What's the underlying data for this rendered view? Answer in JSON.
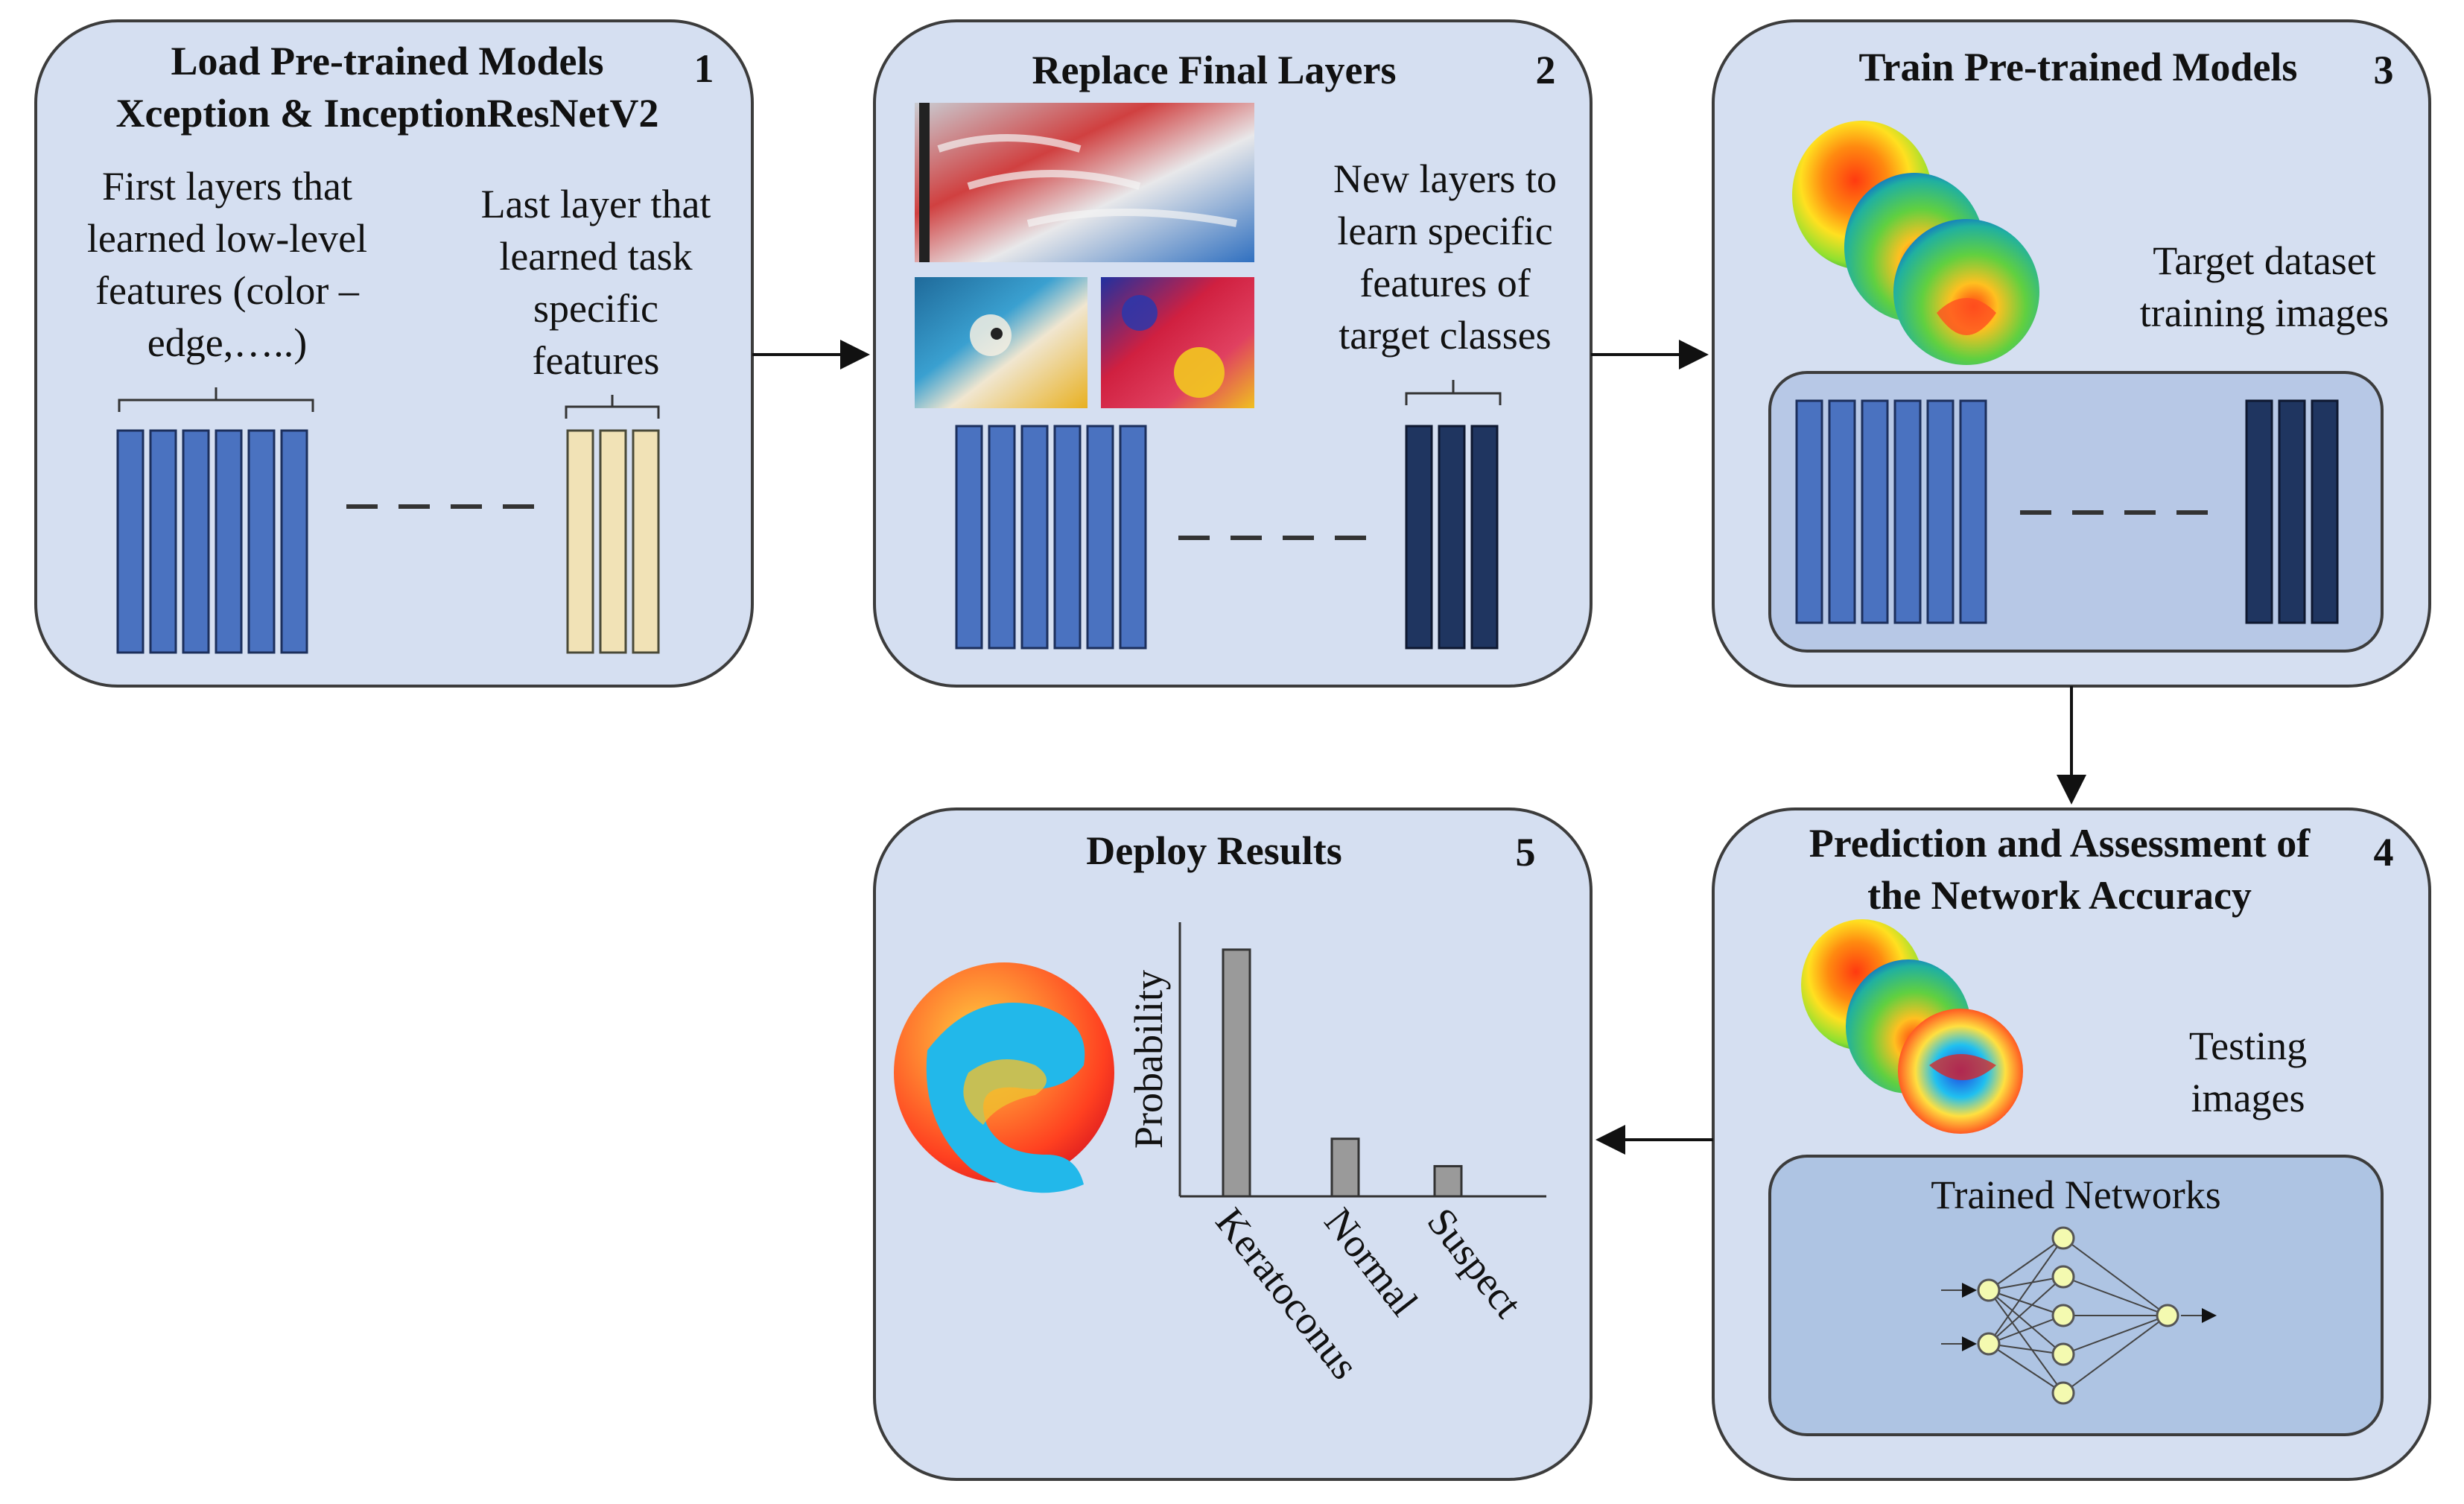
{
  "panels": [
    {
      "number": "1",
      "title_lines": [
        "Load Pre-trained Models",
        "Xception & InceptionResNetV2"
      ],
      "left_text": [
        "First layers that",
        "learned low-level",
        "features (color –",
        "edge,…..)"
      ],
      "right_text": [
        "Last layer that",
        "learned task",
        "specific",
        "features"
      ]
    },
    {
      "number": "2",
      "title_lines": [
        "Replace Final Layers"
      ],
      "right_text": [
        "New layers to",
        "learn specific",
        "features of",
        "target classes"
      ]
    },
    {
      "number": "3",
      "title_lines": [
        "Train Pre-trained Models"
      ],
      "right_text": [
        "Target dataset",
        "training images"
      ]
    },
    {
      "number": "4",
      "title_lines": [
        "Prediction and Assessment of",
        "the Network Accuracy"
      ],
      "right_text": [
        "Testing",
        "images"
      ],
      "inner_title": "Trained Networks"
    },
    {
      "number": "5",
      "title_lines": [
        "Deploy Results"
      ]
    }
  ],
  "colors": {
    "panel_fill": "#d5dff1",
    "inner_fill_3": "#b7c8e6",
    "inner_fill_4": "#aec4e3",
    "frozen_layer": "#4a72c0",
    "task_layer": "#f1e2b6",
    "new_layer": "#1f3560",
    "node": "#f4fab0"
  },
  "chart_data": {
    "type": "bar",
    "categories": [
      "Keratoconus",
      "Normal",
      "Suspect"
    ],
    "values": [
      0.9,
      0.21,
      0.11
    ],
    "ylabel": "Probability",
    "xlabel": "",
    "title": "",
    "ylim": [
      0,
      1
    ]
  }
}
